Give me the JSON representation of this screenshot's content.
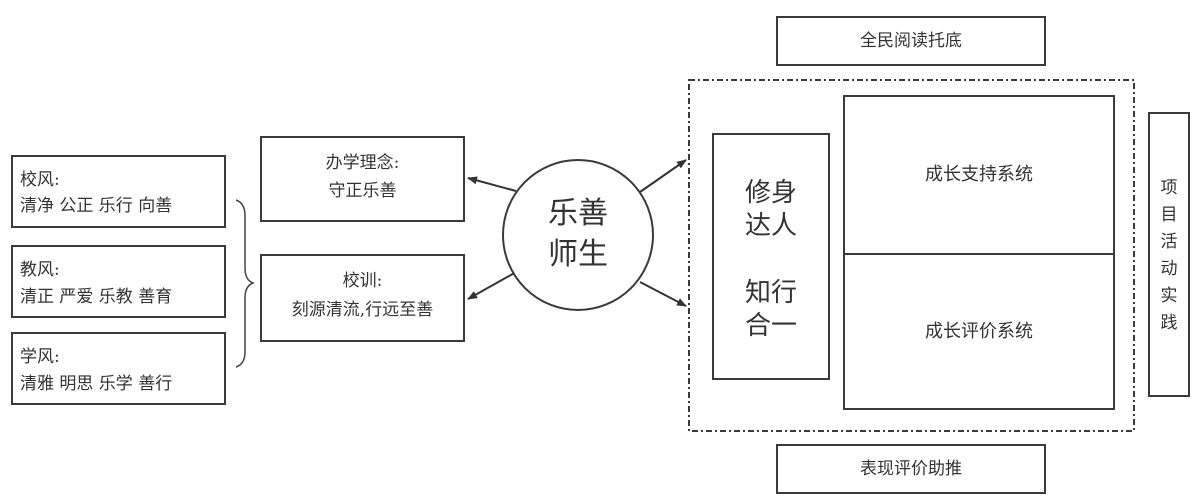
{
  "left_panels": [
    {
      "title": "校风:",
      "content": "清净 公正 乐行  向善"
    },
    {
      "title": "教风:",
      "content": "清正 严爱 乐教  善育"
    },
    {
      "title": "学风:",
      "content": "清雅 明思 乐学  善行"
    }
  ],
  "philosophy": {
    "title": "办学理念:",
    "content": "守正乐善"
  },
  "motto": {
    "title": "校训:",
    "content": "刻源清流,行远至善"
  },
  "center": {
    "line1": "乐善",
    "line2": "师生"
  },
  "top_label": "全民阅读托底",
  "bottom_label": "表现评价助推",
  "inner_left": {
    "line1": "修身",
    "line2": "达人",
    "line3": "知行",
    "line4": "合一"
  },
  "growth_support": "成长支持系统",
  "growth_eval": "成长评价系统",
  "right_label": [
    "项",
    "目",
    "活",
    "动",
    "实",
    "践"
  ]
}
